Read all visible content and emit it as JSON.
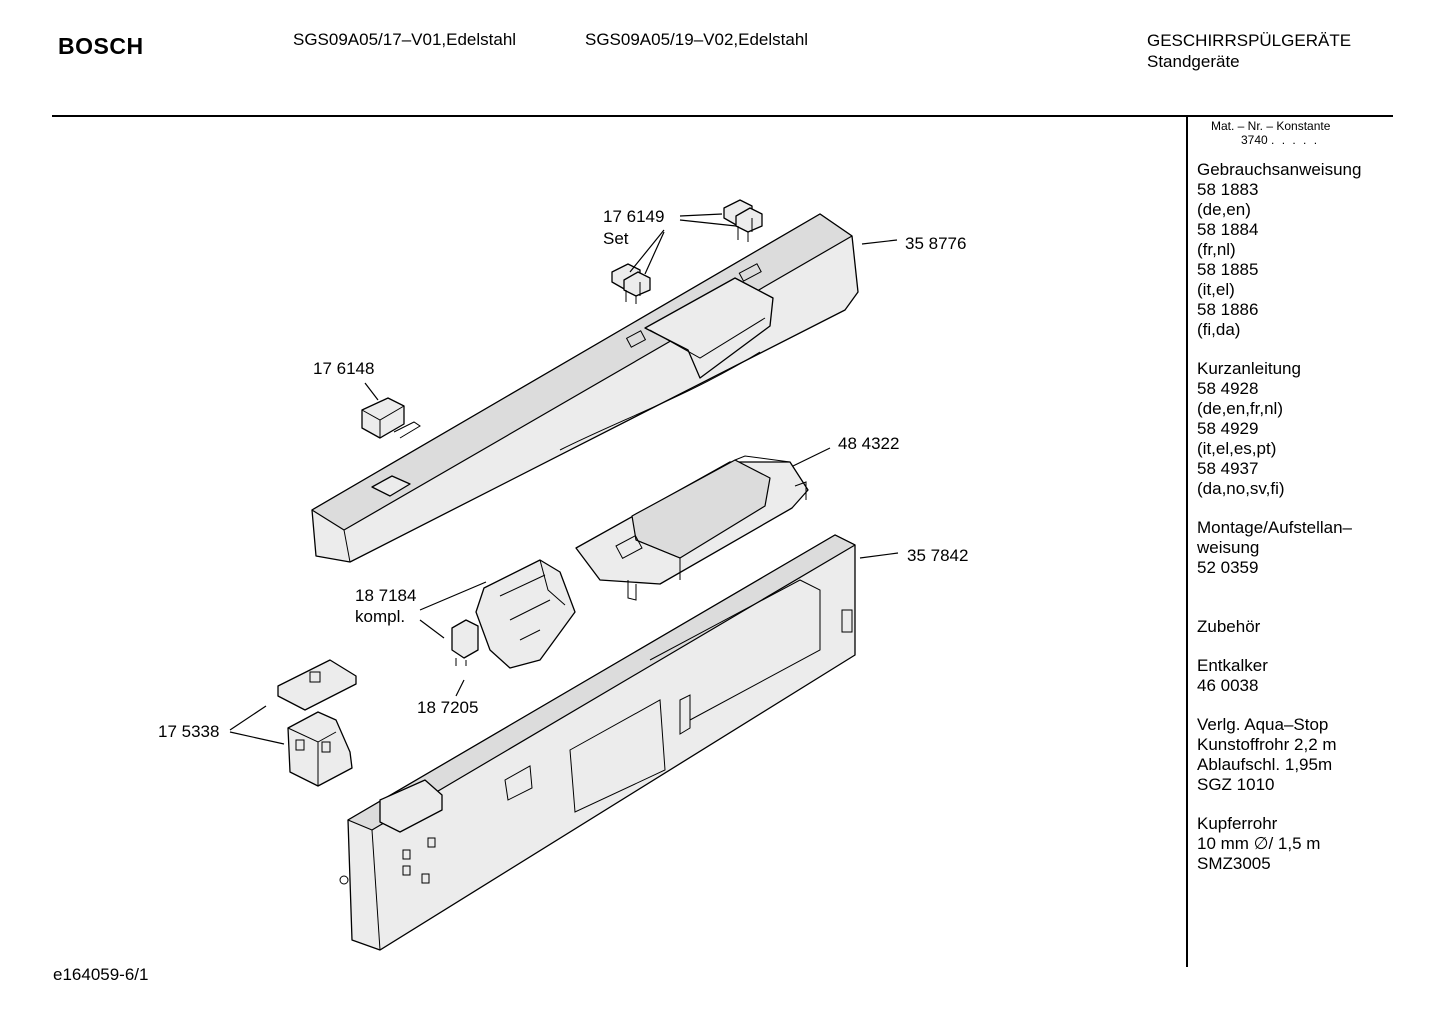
{
  "header": {
    "brand": "BOSCH",
    "model_1": "SGS09A05/17–V01,Edelstahl",
    "model_2": "SGS09A05/19–V02,Edelstahl",
    "category_1": "GESCHIRRSPÜLGERÄTE",
    "category_2": "Standgeräte"
  },
  "mat_nr": {
    "label": "Mat. – Nr. – Konstante",
    "value": "3740",
    "dots": ". . . . ."
  },
  "sidebar": {
    "blocks": [
      {
        "lines": [
          "Gebrauchsanweisung",
          "58 1883",
          "(de,en)",
          "58 1884",
          "(fr,nl)",
          "58 1885",
          "(it,el)",
          "58 1886",
          "(fi,da)"
        ]
      },
      {
        "lines": [
          "Kurzanleitung",
          "58 4928",
          "(de,en,fr,nl)",
          "58 4929",
          "(it,el,es,pt)",
          "58 4937",
          "(da,no,sv,fi)"
        ]
      },
      {
        "lines": [
          "Montage/Aufstellan–",
          "weisung",
          "52 0359"
        ]
      },
      {
        "lines": [
          "",
          "Zubehör"
        ]
      },
      {
        "lines": [
          "Entkalker",
          "46 0038"
        ]
      },
      {
        "lines": [
          "Verlg. Aqua–Stop",
          "Kunstoffrohr 2,2 m",
          "Ablaufschl. 1,95m",
          "SGZ 1010"
        ]
      },
      {
        "lines": [
          "Kupferrohr",
          "10 mm ∅/ 1,5 m",
          "SMZ3005"
        ]
      }
    ]
  },
  "callouts": {
    "p176149": "17 6149",
    "p176149_set": "Set",
    "p358776": "35 8776",
    "p176148": "17 6148",
    "p484322": "48 4322",
    "p357842": "35 7842",
    "p187184": "18 7184",
    "p187184_kompl": "kompl.",
    "p187205": "18 7205",
    "p175338": "17 5338"
  },
  "footer": {
    "drawing_id": "e164059-6/1"
  }
}
